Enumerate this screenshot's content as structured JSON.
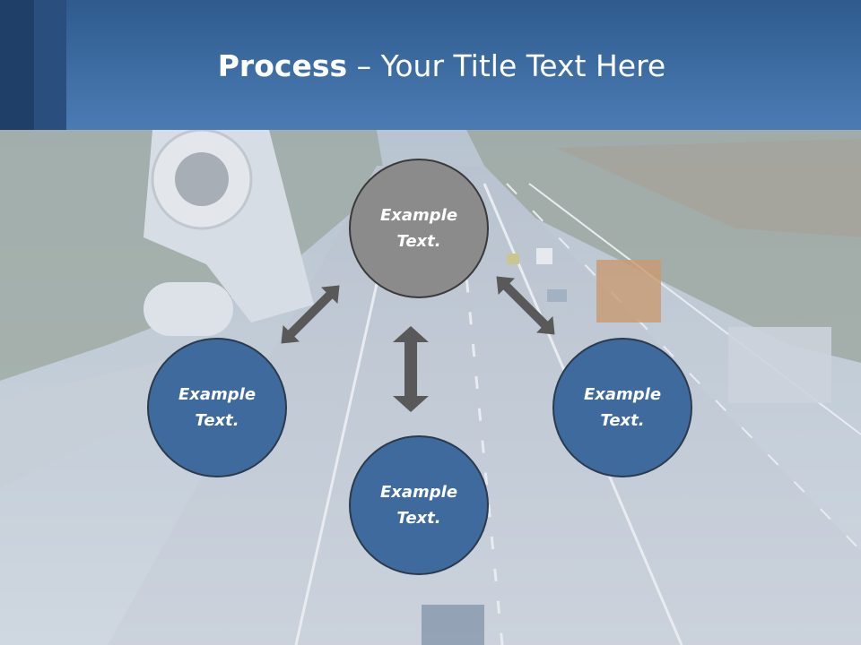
{
  "title": {
    "bold": "Process",
    "rest": " – Your Title Text Here"
  },
  "nodes": {
    "top": "Example Text.",
    "left": "Example Text.",
    "right": "Example Text.",
    "bottom": "Example Text."
  },
  "colors": {
    "header": "#3f6fa5",
    "node_blue": "#3e6a9d",
    "node_grey": "#8b8b8b",
    "arrow": "#595959"
  }
}
